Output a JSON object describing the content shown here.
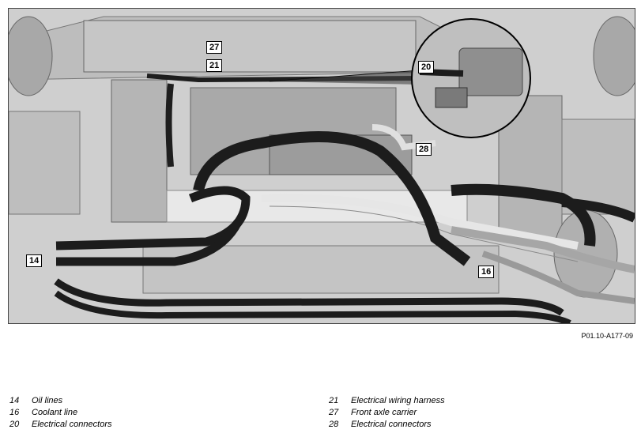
{
  "figure": {
    "callouts": [
      {
        "id": "c27",
        "label": "27"
      },
      {
        "id": "c21",
        "label": "21"
      },
      {
        "id": "c20",
        "label": "20"
      },
      {
        "id": "c28",
        "label": "28"
      },
      {
        "id": "c14",
        "label": "14"
      },
      {
        "id": "c16",
        "label": "16"
      }
    ],
    "code": "P01.10-A177-09"
  },
  "legend": {
    "left": [
      {
        "num": "14",
        "text": "Oil lines"
      },
      {
        "num": "16",
        "text": "Coolant line"
      },
      {
        "num": "20",
        "text": "Electrical connectors"
      }
    ],
    "right": [
      {
        "num": "21",
        "text": "Electrical wiring harness"
      },
      {
        "num": "27",
        "text": "Front axle carrier"
      },
      {
        "num": "28",
        "text": "Electrical connectors"
      }
    ]
  }
}
